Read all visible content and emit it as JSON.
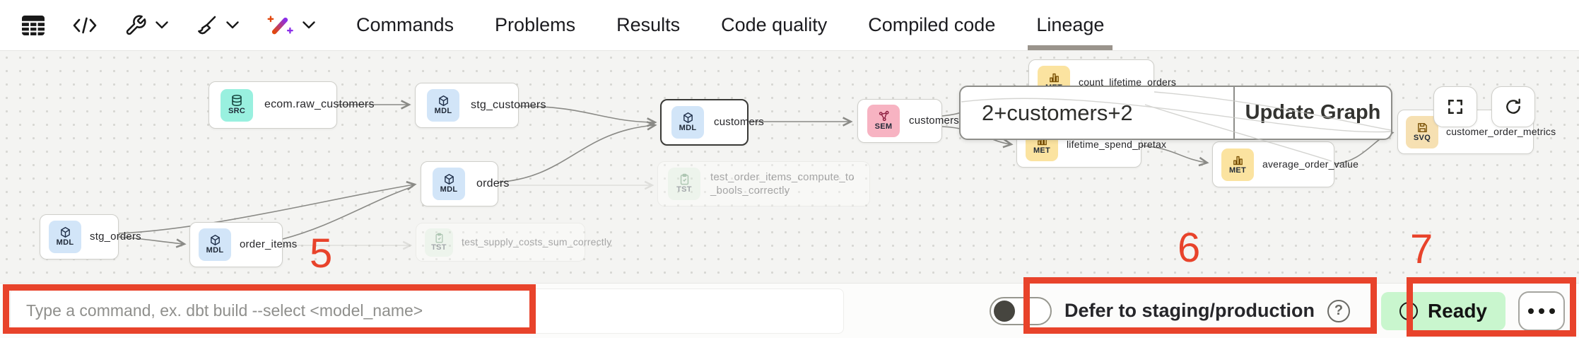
{
  "toolbar": {
    "icons": [
      "table-view",
      "code-view",
      "build-tools",
      "cleanup-tools",
      "ai-assist"
    ]
  },
  "tabs": [
    {
      "label": "Commands",
      "active": false
    },
    {
      "label": "Problems",
      "active": false
    },
    {
      "label": "Results",
      "active": false
    },
    {
      "label": "Code quality",
      "active": false
    },
    {
      "label": "Compiled code",
      "active": false
    },
    {
      "label": "Lineage",
      "active": true
    }
  ],
  "graph": {
    "nodes": [
      {
        "type": "source",
        "badge": "SRC",
        "label": "ecom.raw_customers"
      },
      {
        "type": "model",
        "badge": "MDL",
        "label": "stg_customers"
      },
      {
        "type": "model",
        "badge": "MDL",
        "label": "orders"
      },
      {
        "type": "model",
        "badge": "MDL",
        "label": "stg_orders"
      },
      {
        "type": "model",
        "badge": "MDL",
        "label": "order_items"
      },
      {
        "type": "model-selected",
        "badge": "MDL",
        "label": "customers"
      },
      {
        "type": "semantic-model",
        "badge": "SEM",
        "label": "customers"
      },
      {
        "type": "metric",
        "badge": "MET",
        "label": "count_lifetime_orders"
      },
      {
        "type": "metric",
        "badge": "MET",
        "label": "lifetime_spend_pretax"
      },
      {
        "type": "metric",
        "badge": "MET",
        "label": "average_order_value"
      },
      {
        "type": "saved-query",
        "badge": "SVQ",
        "label": "customer_order_metrics"
      },
      {
        "type": "test",
        "badge": "TST",
        "label": "test_order_items_compute_to_bools_correctly"
      },
      {
        "type": "test",
        "badge": "TST",
        "label": "test_supply_costs_sum_correctly"
      }
    ]
  },
  "selector": {
    "query": "2+customers+2",
    "button_label": "Update Graph"
  },
  "bottombar": {
    "command_placeholder": "Type a command, ex. dbt build --select <model_name>",
    "defer_label": "Defer to staging/production",
    "help_symbol": "?",
    "ready_label": "Ready"
  },
  "annotations": {
    "numbers": [
      "5",
      "6",
      "7"
    ]
  },
  "colors": {
    "annotation_red": "#e8432b",
    "ready_green": "#c9f6ce",
    "badge_src": "#99f0df",
    "badge_mdl": "#d2e5f8",
    "badge_sem": "#f7b3c2",
    "badge_met": "#fbe3a0",
    "badge_tst": "#e4f5e3",
    "badge_svq": "#f6e0b2",
    "active_tab_underline": "#9a948c"
  }
}
